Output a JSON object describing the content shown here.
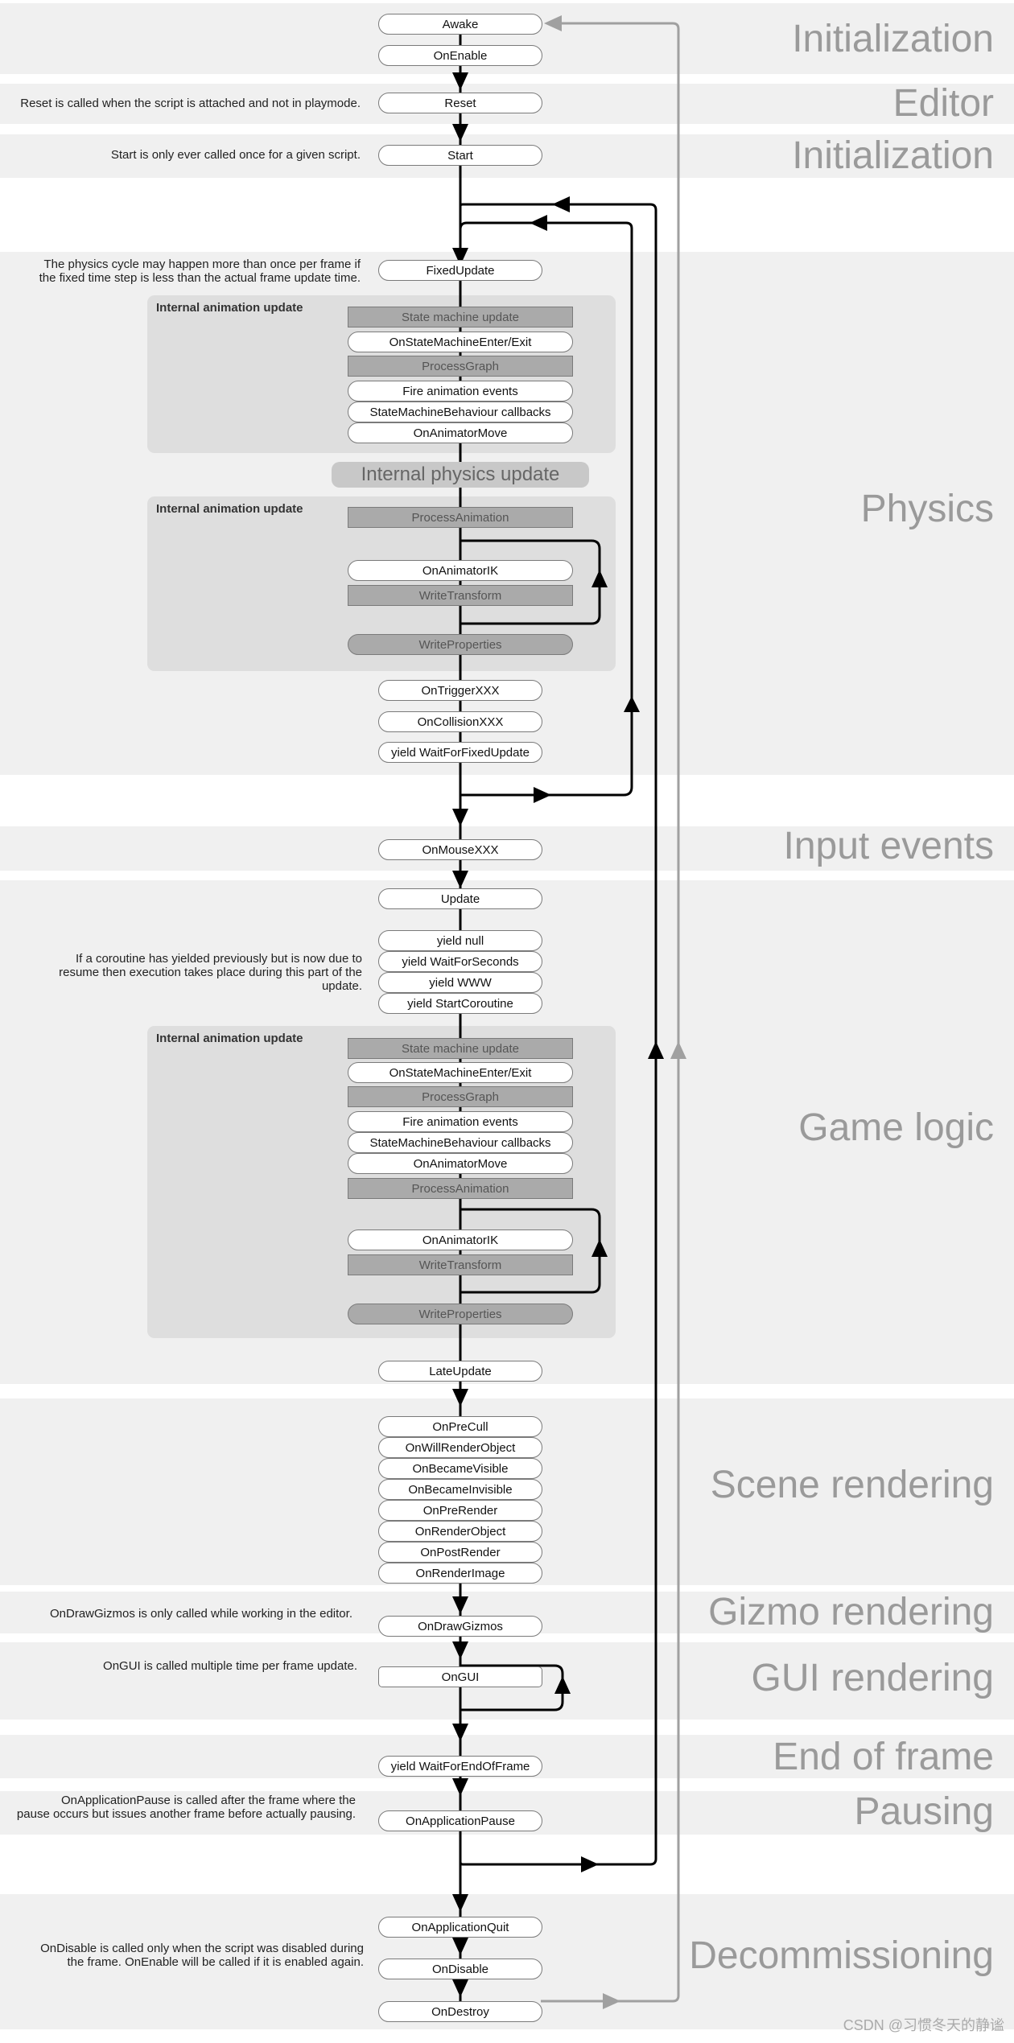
{
  "sections": [
    {
      "id": "init1",
      "label": "Initialization"
    },
    {
      "id": "editor",
      "label": "Editor"
    },
    {
      "id": "init2",
      "label": "Initialization"
    },
    {
      "id": "physics",
      "label": "Physics"
    },
    {
      "id": "input",
      "label": "Input events"
    },
    {
      "id": "gamelogic",
      "label": "Game logic"
    },
    {
      "id": "scene",
      "label": "Scene rendering"
    },
    {
      "id": "gizmo",
      "label": "Gizmo rendering"
    },
    {
      "id": "gui",
      "label": "GUI rendering"
    },
    {
      "id": "eof",
      "label": "End of frame"
    },
    {
      "id": "pausing",
      "label": "Pausing"
    },
    {
      "id": "decom",
      "label": "Decommissioning"
    }
  ],
  "notes": {
    "reset": "Reset is called when the script is attached and not in playmode.",
    "start": "Start is only ever called once for a given script.",
    "physics_cycle": [
      "The physics cycle may happen more than once per frame if",
      "the fixed time step is less than the actual frame update time."
    ],
    "coroutine": [
      "If a coroutine has yielded previously but is now due to",
      "resume then execution takes place during this part of the",
      "update."
    ],
    "drawgizmos": "OnDrawGizmos is only called while working in the editor.",
    "ongui": "OnGUI is called multiple time per frame update.",
    "pause": [
      "OnApplicationPause is called after the frame where the",
      "pause occurs but issues another frame before actually pausing."
    ],
    "disable": [
      "OnDisable is called only when the script was disabled during",
      "the frame. OnEnable will be called if it is enabled again."
    ]
  },
  "steps": {
    "awake": "Awake",
    "onenable": "OnEnable",
    "reset": "Reset",
    "start": "Start",
    "fixedupdate": "FixedUpdate",
    "ontrigger": "OnTriggerXXX",
    "oncollision": "OnCollisionXXX",
    "waitfixed": "yield WaitForFixedUpdate",
    "onmouse": "OnMouseXXX",
    "update": "Update",
    "yield_null": "yield null",
    "yield_seconds": "yield WaitForSeconds",
    "yield_www": "yield WWW",
    "yield_coroutine": "yield StartCoroutine",
    "lateupdate": "LateUpdate",
    "scene": [
      "OnPreCull",
      "OnWillRenderObject",
      "OnBecameVisible",
      "OnBecameInvisible",
      "OnPreRender",
      "OnRenderObject",
      "OnPostRender",
      "OnRenderImage"
    ],
    "ondrawgizmos": "OnDrawGizmos",
    "ongui": "OnGUI",
    "waitendofframe": "yield WaitForEndOfFrame",
    "onapplicationpause": "OnApplicationPause",
    "onapplicationquit": "OnApplicationQuit",
    "ondisable": "OnDisable",
    "ondestroy": "OnDestroy"
  },
  "animation_group_title": "Internal animation update",
  "physics_update_label": "Internal physics update",
  "anim1": [
    "State machine update",
    "OnStateMachineEnter/Exit",
    "ProcessGraph",
    "Fire animation events",
    "StateMachineBehaviour callbacks",
    "OnAnimatorMove"
  ],
  "anim2": [
    "ProcessAnimation",
    "OnAnimatorIK",
    "WriteTransform",
    "WriteProperties"
  ],
  "anim3": [
    "State machine update",
    "OnStateMachineEnter/Exit",
    "ProcessGraph",
    "Fire animation events",
    "StateMachineBehaviour callbacks",
    "OnAnimatorMove",
    "ProcessAnimation",
    "OnAnimatorIK",
    "WriteTransform",
    "WriteProperties"
  ],
  "watermark": "CSDN @习惯冬天的静谧",
  "colors": {
    "band": "#f0f0f0",
    "panel": "#dedede",
    "bar": "#aaaaaa",
    "section_text": "#9a9a9a",
    "arrow": "#000000",
    "return_arrow": "#a0a0a0"
  }
}
